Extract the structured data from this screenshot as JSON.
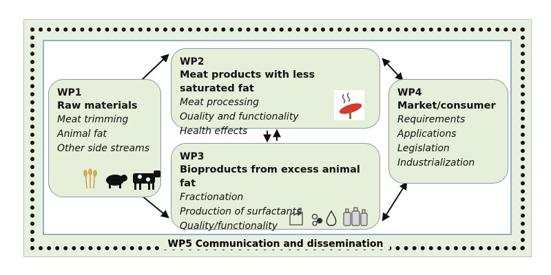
{
  "wp1": {
    "id": "WP1",
    "title": "Raw materials",
    "items": [
      "Meat trimming",
      "Animal fat",
      "Other side streams"
    ]
  },
  "wp2": {
    "id": "WP2",
    "title": "Meat products with less saturated fat",
    "items": [
      "Meat processing",
      "Ouality and functionality",
      "Health effects"
    ]
  },
  "wp3": {
    "id": "WP3",
    "title": "Bioproducts from excess animal fat",
    "items": [
      "Fractionation",
      "Production of surfactants",
      "Quality/functionality"
    ]
  },
  "wp4": {
    "id": "WP4",
    "title": "Market/consumer",
    "items": [
      "Requirements",
      "Applications",
      "Legislation",
      "Industrialization"
    ]
  },
  "footer": {
    "label": "WP5 Communication and dissemination"
  },
  "colors": {
    "outer_background": "#e8f1df",
    "box_fill": "#e5efd9",
    "box_border": "#8a9aa2",
    "inner_border": "#8fb0c6",
    "arrow": "#111111"
  },
  "icons": [
    "wheat-icon",
    "pig-icon",
    "cow-icon",
    "sausage-icon",
    "factory-icon",
    "molecule-icon",
    "droplet-icon",
    "bottles-icon"
  ]
}
